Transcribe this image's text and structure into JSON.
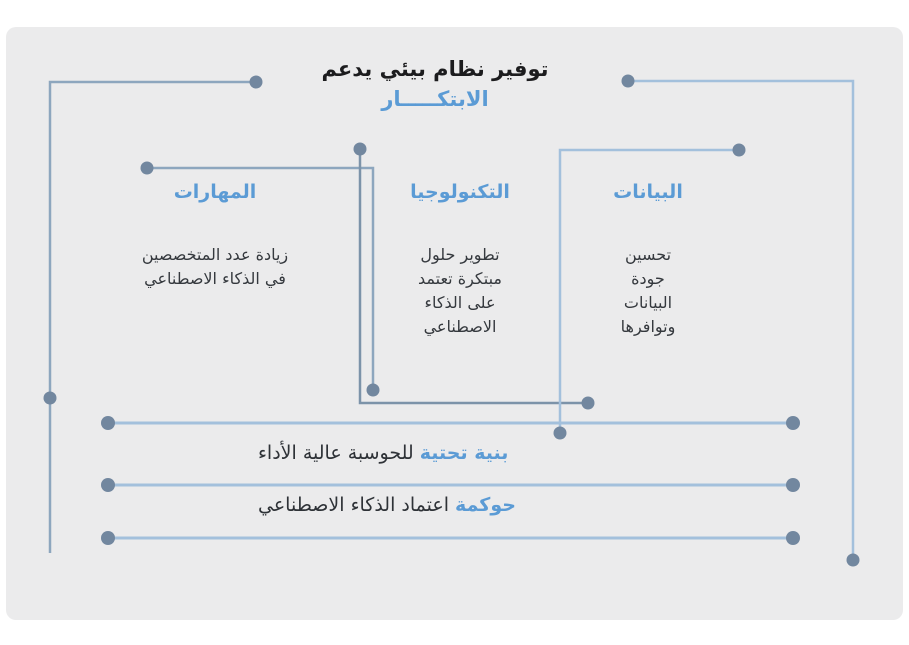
{
  "title": {
    "line1": "توفير نظام بيئي يدعم",
    "line2": "الابتكـــــار"
  },
  "columns": {
    "data": {
      "heading": "البيانات",
      "body": "تحسين\nجودة\nالبيانات\nوتوافرها"
    },
    "technology": {
      "heading": "التكنولوجيا",
      "body": "تطوير حلول\nمبتكرة تعتمد\nعلى الذكاء\nالاصطناعي"
    },
    "skills": {
      "heading": "المهارات",
      "body": "زيادة عدد المتخصصين\nفي الذكاء الاصطناعي"
    }
  },
  "bottom_rows": [
    {
      "highlight": "بنية تحتية",
      "rest": " للحوسبة عالية الأداء"
    },
    {
      "highlight": "حوكمة",
      "rest": " اعتماد الذكاء الاصطناعي"
    }
  ],
  "colors": {
    "accent_blue": "#5b9bd5",
    "line_light_blue": "#a3c0dc",
    "line_mid_blue": "#8da6be",
    "line_dark_slate": "#7c93a9",
    "dot_slate": "#72879f",
    "canvas_background": "#ebebec",
    "body_text": "#35393e",
    "title_text": "#1c1c1e"
  }
}
